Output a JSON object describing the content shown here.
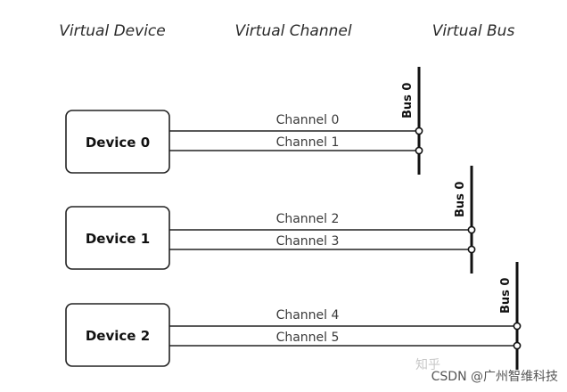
{
  "headers": {
    "device": "Virtual Device",
    "channel": "Virtual Channel",
    "bus": "Virtual Bus"
  },
  "groups": [
    {
      "device": "Device 0",
      "bus": "Bus 0",
      "channels": [
        "Channel 0",
        "Channel 1"
      ]
    },
    {
      "device": "Device 1",
      "bus": "Bus 0",
      "channels": [
        "Channel 2",
        "Channel 3"
      ]
    },
    {
      "device": "Device 2",
      "bus": "Bus 0",
      "channels": [
        "Channel 4",
        "Channel 5"
      ]
    }
  ],
  "watermark": {
    "faint": "知乎",
    "text": "CSDN @广州智维科技"
  }
}
